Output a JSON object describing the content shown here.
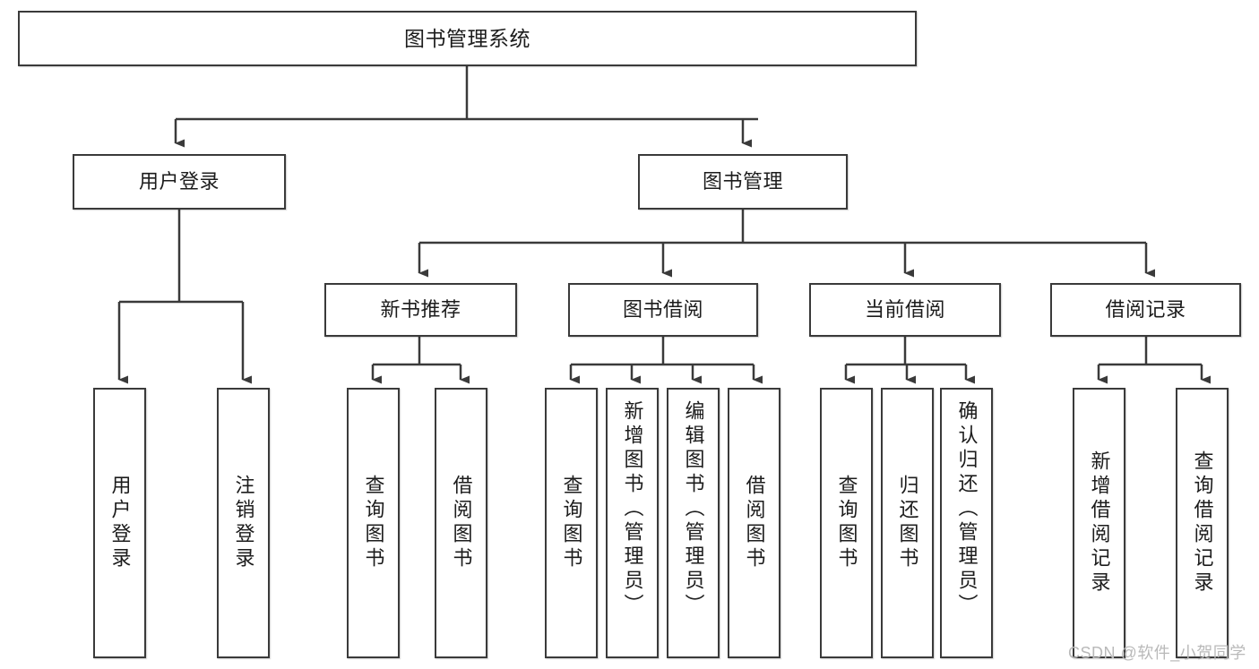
{
  "diagram": {
    "title": "图书管理系统",
    "type": "hierarchy-tree",
    "watermark": "CSDN @软件_小贺同学",
    "colors": {
      "stroke": "#3a3a3a",
      "fill": "#ffffff",
      "text": "#1c1c1c",
      "watermark": "#b9b9b9"
    },
    "nodes": {
      "root": {
        "label": "图书管理系统"
      },
      "level2": [
        {
          "label": "用户登录"
        },
        {
          "label": "图书管理"
        }
      ],
      "level3": [
        {
          "label": "新书推荐"
        },
        {
          "label": "图书借阅"
        },
        {
          "label": "当前借阅"
        },
        {
          "label": "借阅记录"
        }
      ],
      "leaves_user_login": [
        {
          "label": "用户登录"
        },
        {
          "label": "注销登录"
        }
      ],
      "leaves_new_book": [
        {
          "label": "查询图书"
        },
        {
          "label": "借阅图书"
        }
      ],
      "leaves_borrow": [
        {
          "label": "查询图书"
        },
        {
          "label": "新增图书（管理员）"
        },
        {
          "label": "编辑图书（管理员）"
        },
        {
          "label": "借阅图书"
        }
      ],
      "leaves_current": [
        {
          "label": "查询图书"
        },
        {
          "label": "归还图书"
        },
        {
          "label": "确认归还（管理员）"
        }
      ],
      "leaves_records": [
        {
          "label": "新增借阅记录"
        },
        {
          "label": "查询借阅记录"
        }
      ]
    }
  }
}
